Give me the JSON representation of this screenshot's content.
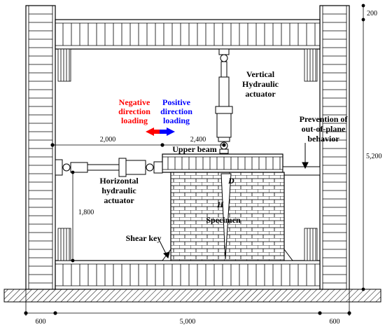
{
  "labels": {
    "negative": [
      "Negative",
      "direction",
      "loading"
    ],
    "positive": [
      "Positive",
      "direction",
      "loading"
    ],
    "vertical_actuator": [
      "Vertical",
      "Hydraulic",
      "actuator"
    ],
    "horizontal_actuator": [
      "Horizontal",
      "hydraulic",
      "actuator"
    ],
    "prevention": [
      "Prevention of",
      "out-of-plane",
      "behavior"
    ],
    "upper_beam": "Upper beam",
    "shear_key": "Shear key",
    "specimen": "Specimen",
    "D": "D",
    "H": "H"
  },
  "dimensions": {
    "d_2000": "2,000",
    "d_2400": "2,400",
    "d_1800": "1,800",
    "d_200": "200",
    "d_5200": "5,200",
    "d_600_left": "600",
    "d_5000": "5,000",
    "d_600_right": "600"
  },
  "colors": {
    "negative": "#ff0000",
    "positive": "#0000ff"
  }
}
